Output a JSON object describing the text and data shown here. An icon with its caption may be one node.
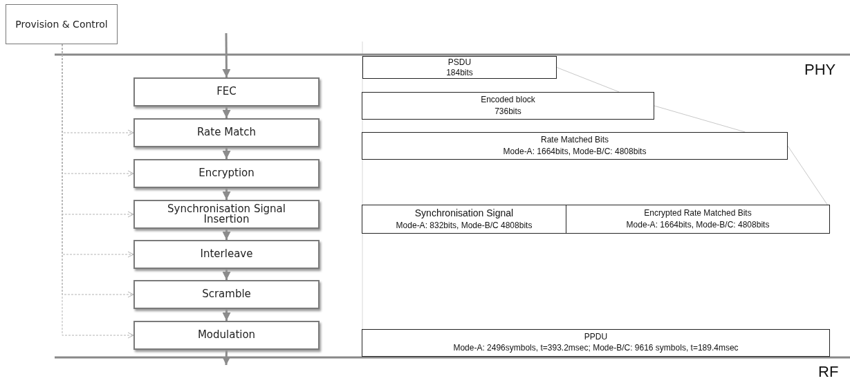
{
  "diagram": {
    "nodes": [
      {
        "text": [
          "Provision & Control"
        ]
      },
      {
        "text": [
          "FEC"
        ]
      },
      {
        "text": [
          "Rate Match"
        ]
      },
      {
        "text": [
          "Encryption"
        ]
      },
      {
        "text": [
          "Synchronisation Signal Insertion"
        ]
      },
      {
        "text": [
          "Interleave"
        ]
      },
      {
        "text": [
          "Scramble"
        ]
      },
      {
        "text": [
          "Modulation"
        ]
      },
      {
        "text": [
          "PSDU",
          "184bits"
        ]
      },
      {
        "text": [
          "Encoded block",
          "736bits"
        ]
      },
      {
        "text": [
          "Rate Matched Bits",
          "Mode-A: 1664bits, Mode-B/C: 4808bits"
        ]
      },
      {
        "text": [
          "Synchronisation Signal",
          "Mode-A: 832bits, Mode-B/C 4808bits"
        ]
      },
      {
        "text": [
          "Encrypted Rate Matched Bits",
          "Mode-A: 1664bits, Mode-B/C: 4808bits"
        ]
      },
      {
        "text": [
          "PPDU",
          "Mode-A: 2496symbols, t=393.2msec; Mode-B/C: 9616 symbols, t=189.4msec"
        ]
      }
    ],
    "edges": [
      {
        "from": null,
        "to": 1,
        "arrow": "to",
        "style": "thick"
      },
      {
        "from": 1,
        "to": 2,
        "arrow": "to",
        "style": "thick"
      },
      {
        "from": 2,
        "to": 3,
        "arrow": "to",
        "style": "thick"
      },
      {
        "from": 3,
        "to": 4,
        "arrow": "to",
        "style": "thick"
      },
      {
        "from": 4,
        "to": 5,
        "arrow": "to",
        "style": "thick"
      },
      {
        "from": 5,
        "to": 6,
        "arrow": "to",
        "style": "thick"
      },
      {
        "from": 6,
        "to": 7,
        "arrow": "to",
        "style": "thick"
      },
      {
        "from": 7,
        "to": null,
        "arrow": "to",
        "style": "thick"
      },
      {
        "from": 0,
        "to": 2,
        "arrow": "to",
        "style": "dashed",
        "color": "#b4b4b4"
      },
      {
        "from": 0,
        "to": 3,
        "arrow": "to",
        "style": "dashed",
        "color": "#b4b4b4"
      },
      {
        "from": 0,
        "to": 4,
        "arrow": "to",
        "style": "dashed",
        "color": "#b4b4b4"
      },
      {
        "from": 0,
        "to": 5,
        "arrow": "to",
        "style": "dashed",
        "color": "#b4b4b4"
      },
      {
        "from": 0,
        "to": 6,
        "arrow": "to",
        "style": "dashed",
        "color": "#b4b4b4"
      },
      {
        "from": 0,
        "to": 7,
        "arrow": "to",
        "style": "dashed",
        "color": "#b4b4b4"
      },
      {
        "from": 8,
        "to": 9,
        "arrow": "none",
        "color": "#c8c8c8"
      },
      {
        "from": 9,
        "to": 10,
        "arrow": "none",
        "color": "#c8c8c8"
      },
      {
        "from": 10,
        "to": 12,
        "arrow": "none",
        "color": "#c8c8c8"
      }
    ],
    "labels": [
      "PHY",
      "RF"
    ]
  }
}
